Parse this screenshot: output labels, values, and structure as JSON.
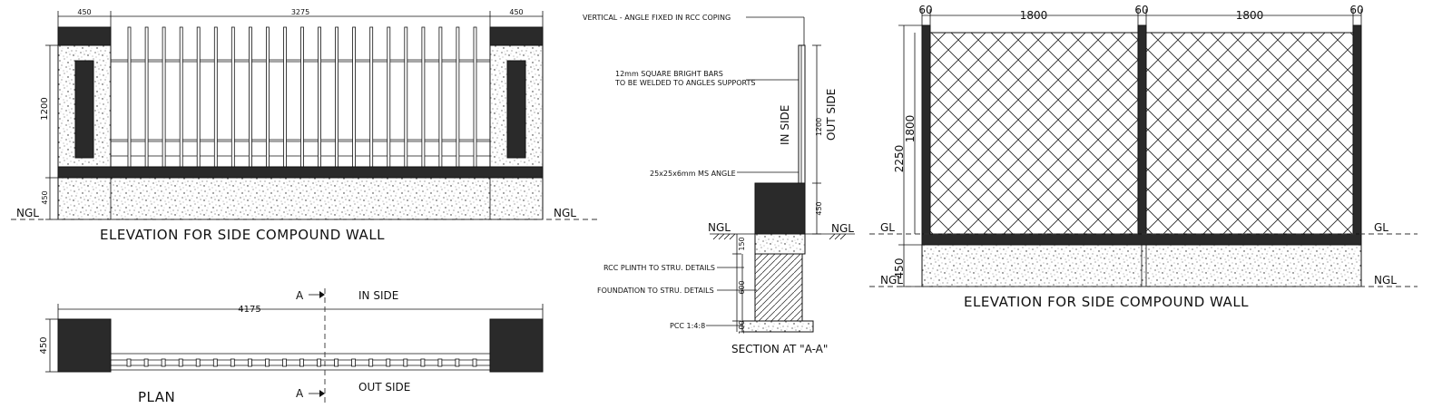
{
  "elevation_left": {
    "title": "ELEVATION FOR  SIDE COMPOUND WALL",
    "dim_pillar_left": "450",
    "dim_grill": "3275",
    "dim_pillar_right": "450",
    "dim_height": "1200",
    "dim_plinth": "450",
    "ngl_left": "NGL",
    "ngl_right": "NGL"
  },
  "plan": {
    "title": "PLAN",
    "dim_length": "4175",
    "dim_depth": "450",
    "section_marker_top": "A",
    "section_marker_bottom": "A",
    "inside_label": "IN SIDE",
    "outside_label": "OUT SIDE"
  },
  "section": {
    "title": "SECTION AT \"A-A\"",
    "note_vertical_angle": "VERTICAL - ANGLE FIXED IN RCC COPING",
    "note_bars_line1": "12mm SQUARE BRIGHT BARS",
    "note_bars_line2": "TO BE WELDED TO ANGLES SUPPORTS",
    "note_ms_angle": "25x25x6mm MS ANGLE",
    "note_plinth": "RCC PLINTH TO STRU. DETAILS",
    "note_foundation": "FOUNDATION TO STRU. DETAILS",
    "note_pcc": "PCC 1:4:8",
    "inside_label": "IN SIDE",
    "outside_label": "OUT SIDE",
    "dim_1200": "1200",
    "dim_450": "450",
    "dim_150": "150",
    "dim_600": "600",
    "dim_100": "100",
    "ngl_left": "NGL",
    "ngl_right": "NGL"
  },
  "elevation_right": {
    "title": "ELEVATION FOR SIDE COMPOUND WALL",
    "dim_post_1": "60",
    "dim_panel_1": "1800",
    "dim_post_2": "60",
    "dim_panel_2": "1800",
    "dim_post_3": "60",
    "dim_total_height": "2250",
    "dim_mesh_height": "1800",
    "dim_plinth": "450",
    "gl_left": "GL",
    "gl_right": "GL",
    "ngl_left": "NGL",
    "ngl_right": "NGL"
  }
}
